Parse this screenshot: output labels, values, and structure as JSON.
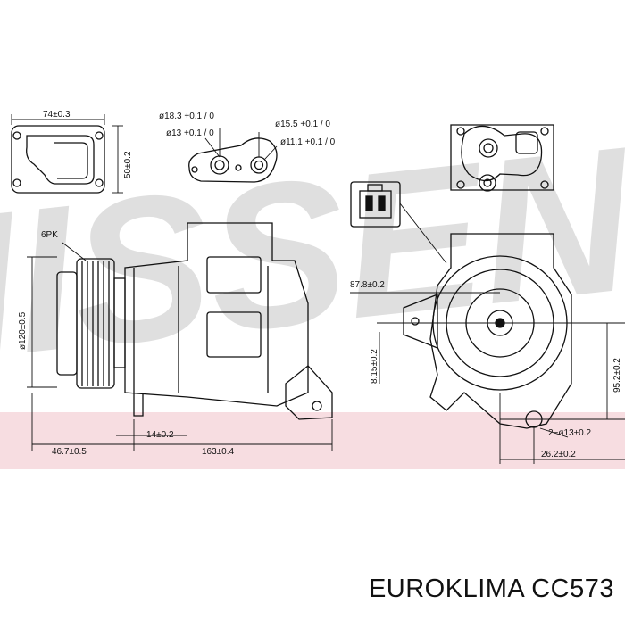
{
  "watermark": {
    "text": "NISSENS",
    "color": "#2e3fa8",
    "band_color": "#c8112e"
  },
  "flange_block": {
    "width_dim": "74±0.3",
    "height_dim": "50±0.2"
  },
  "port_plate": {
    "dim_top_left": "ø18.3 +0.1 / 0",
    "dim_mid_left": "ø13 +0.1 / 0",
    "dim_top_right": "ø15.5 +0.1 / 0",
    "dim_mid_right": "ø11.1 +0.1 / 0"
  },
  "side_view": {
    "belt_label": "6PK",
    "pulley_dia": "ø120±0.5",
    "offset_dim": "46.7±0.5",
    "mount_dim": "14±0.2",
    "length_dim": "163±0.4"
  },
  "front_view": {
    "dim_887": "87.8±0.2",
    "dim_815": "8.15±0.2",
    "dim_952": "95.2±0.2",
    "holes": "2−ø13±0.2",
    "dim_262": "26.2±0.2"
  },
  "caption": "EUROKLIMA CC573"
}
